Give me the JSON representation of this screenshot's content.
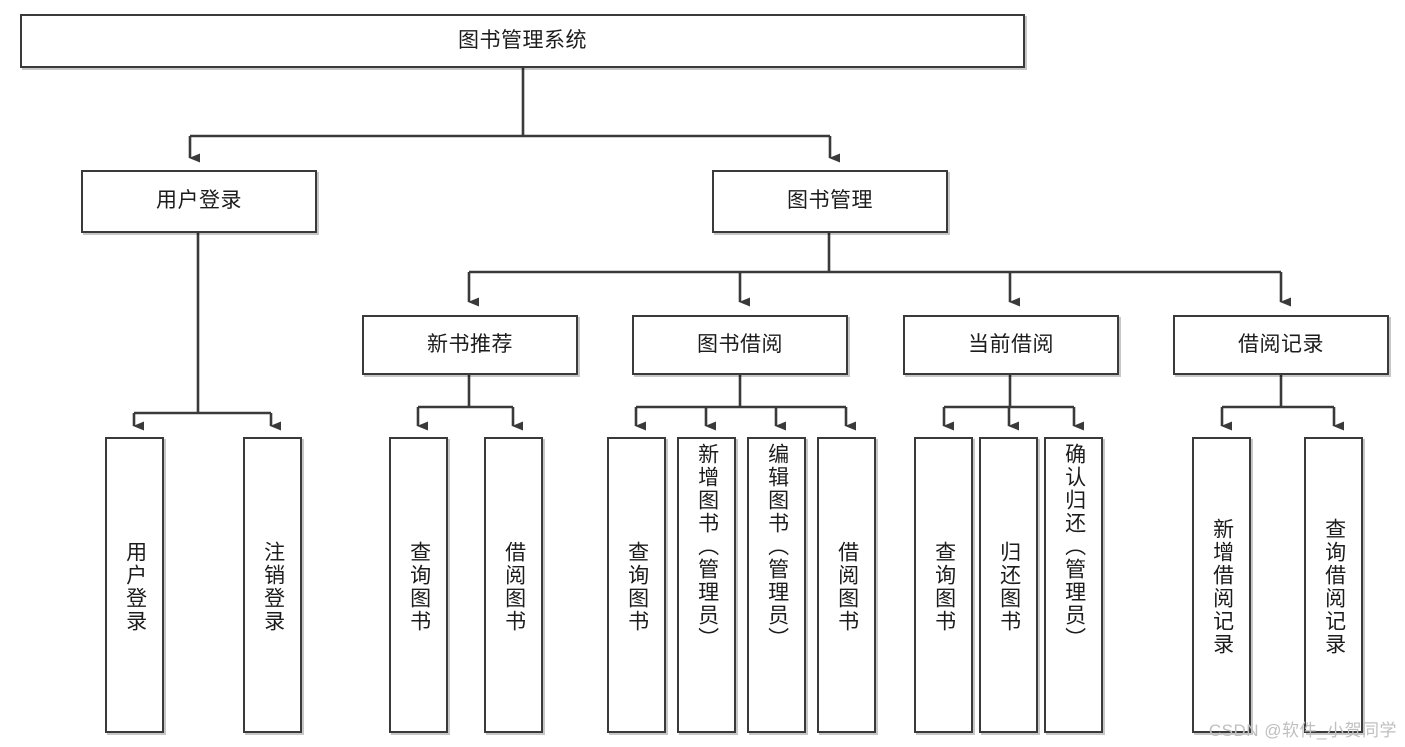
{
  "diagram": {
    "type": "tree-hierarchy",
    "title": "图书管理系统",
    "watermark": "CSDN @软件_小贺同学",
    "colors": {
      "box_border": "#3a3a3a",
      "box_fill": "#ffffff",
      "connector": "#3a3a3a",
      "text": "#1c1c1c",
      "watermark": "#bfbfbf"
    },
    "nodes": {
      "root": {
        "label": "图书管理系统",
        "orientation": "horizontal"
      },
      "level2": [
        {
          "id": "user-login",
          "label": "用户登录",
          "orientation": "horizontal"
        },
        {
          "id": "book-management",
          "label": "图书管理",
          "orientation": "horizontal"
        }
      ],
      "level3": [
        {
          "id": "new-book-recommend",
          "label": "新书推荐",
          "orientation": "horizontal"
        },
        {
          "id": "book-borrow",
          "label": "图书借阅",
          "orientation": "horizontal"
        },
        {
          "id": "current-borrow",
          "label": "当前借阅",
          "orientation": "horizontal"
        },
        {
          "id": "borrow-record",
          "label": "借阅记录",
          "orientation": "horizontal"
        }
      ],
      "leaves": {
        "user_login": [
          {
            "id": "leaf-user-login",
            "label": "用户登录",
            "orientation": "vertical"
          },
          {
            "id": "leaf-logout-login",
            "label": "注销登录",
            "orientation": "vertical"
          }
        ],
        "new_book_recommend": [
          {
            "id": "leaf-query-book-1",
            "label": "查询图书",
            "orientation": "vertical"
          },
          {
            "id": "leaf-borrow-book-1",
            "label": "借阅图书",
            "orientation": "vertical"
          }
        ],
        "book_borrow": [
          {
            "id": "leaf-query-book-2",
            "label": "查询图书",
            "orientation": "vertical"
          },
          {
            "id": "leaf-add-book",
            "label": "新增图书（管理员）",
            "orientation": "vertical"
          },
          {
            "id": "leaf-edit-book",
            "label": "编辑图书（管理员）",
            "orientation": "vertical"
          },
          {
            "id": "leaf-borrow-book-2",
            "label": "借阅图书",
            "orientation": "vertical"
          }
        ],
        "current_borrow": [
          {
            "id": "leaf-query-book-3",
            "label": "查询图书",
            "orientation": "vertical"
          },
          {
            "id": "leaf-return-book",
            "label": "归还图书",
            "orientation": "vertical"
          },
          {
            "id": "leaf-confirm-return",
            "label": "确认归还（管理员）",
            "orientation": "vertical"
          }
        ],
        "borrow_record": [
          {
            "id": "leaf-add-record",
            "label": "新增借阅记录",
            "orientation": "vertical"
          },
          {
            "id": "leaf-query-record",
            "label": "查询借阅记录",
            "orientation": "vertical"
          }
        ]
      }
    },
    "edges": [
      {
        "from": "图书管理系统",
        "to": "用户登录"
      },
      {
        "from": "图书管理系统",
        "to": "图书管理"
      },
      {
        "from": "用户登录",
        "to": "用户登录"
      },
      {
        "from": "用户登录",
        "to": "注销登录"
      },
      {
        "from": "图书管理",
        "to": "新书推荐"
      },
      {
        "from": "图书管理",
        "to": "图书借阅"
      },
      {
        "from": "图书管理",
        "to": "当前借阅"
      },
      {
        "from": "图书管理",
        "to": "借阅记录"
      },
      {
        "from": "新书推荐",
        "to": "查询图书"
      },
      {
        "from": "新书推荐",
        "to": "借阅图书"
      },
      {
        "from": "图书借阅",
        "to": "查询图书"
      },
      {
        "from": "图书借阅",
        "to": "新增图书（管理员）"
      },
      {
        "from": "图书借阅",
        "to": "编辑图书（管理员）"
      },
      {
        "from": "图书借阅",
        "to": "借阅图书"
      },
      {
        "from": "当前借阅",
        "to": "查询图书"
      },
      {
        "from": "当前借阅",
        "to": "归还图书"
      },
      {
        "from": "当前借阅",
        "to": "确认归还（管理员）"
      },
      {
        "from": "借阅记录",
        "to": "新增借阅记录"
      },
      {
        "from": "借阅记录",
        "to": "查询借阅记录"
      }
    ]
  }
}
